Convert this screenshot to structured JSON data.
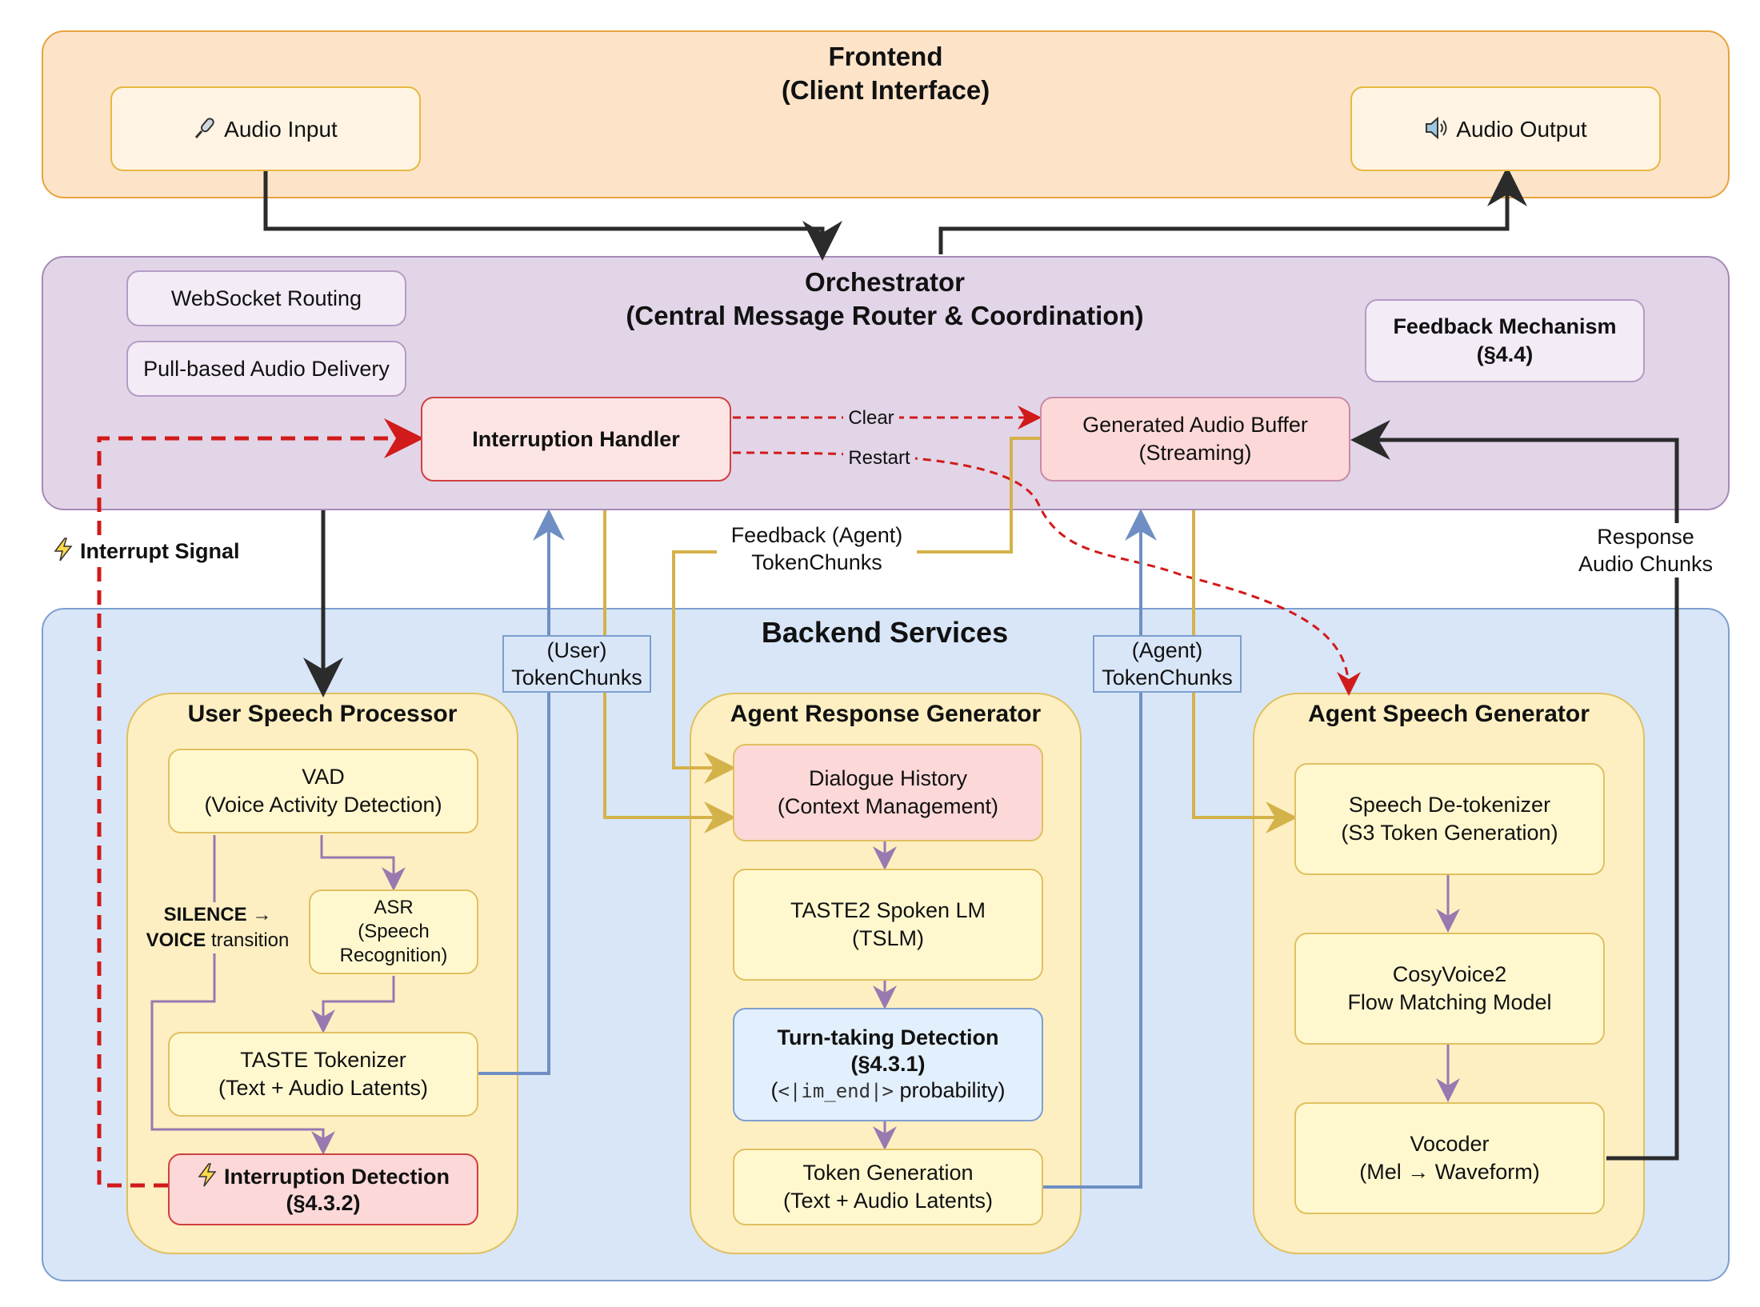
{
  "frontend": {
    "title": "Frontend",
    "subtitle": "(Client Interface)",
    "audio_input": "Audio Input",
    "audio_output": "Audio Output"
  },
  "orchestrator": {
    "title": "Orchestrator",
    "subtitle": "(Central Message Router & Coordination)",
    "websocket_routing": "WebSocket Routing",
    "pull_delivery": "Pull-based Audio Delivery",
    "feedback_mechanism_title": "Feedback Mechanism",
    "feedback_mechanism_ref": "(§4.4)",
    "interruption_handler": "Interruption Handler",
    "audio_buffer_line1": "Generated Audio Buffer",
    "audio_buffer_line2": "(Streaming)",
    "clear_label": "Clear",
    "restart_label": "Restart"
  },
  "labels": {
    "interrupt_signal": "Interrupt Signal",
    "feedback_agent_line1": "Feedback (Agent)",
    "feedback_agent_line2": "TokenChunks",
    "response_chunks_line1": "Response",
    "response_chunks_line2": "Audio Chunks",
    "user_tokenchunks_line1": "(User)",
    "user_tokenchunks_line2": "TokenChunks",
    "agent_tokenchunks_line1": "(Agent)",
    "agent_tokenchunks_line2": "TokenChunks",
    "silence_voice_line1_bold": "SILENCE →",
    "silence_voice_line2_bold": "VOICE",
    "silence_voice_line2_rest": " transition"
  },
  "backend": {
    "title": "Backend Services",
    "user_speech": {
      "title": "User Speech Processor",
      "vad_line1": "VAD",
      "vad_line2": "(Voice Activity Detection)",
      "asr_line1": "ASR",
      "asr_line2": "(Speech",
      "asr_line3": "Recognition)",
      "taste_line1": "TASTE Tokenizer",
      "taste_line2": "(Text + Audio Latents)",
      "interrupt_line1": "Interruption Detection",
      "interrupt_line2": "(§4.3.2)"
    },
    "agent_response": {
      "title": "Agent Response Generator",
      "history_line1": "Dialogue History",
      "history_line2": "(Context Management)",
      "tslm_line1": "TASTE2 Spoken LM",
      "tslm_line2": "(TSLM)",
      "turn_line1": "Turn-taking Detection",
      "turn_line2": "(§4.3.1)",
      "turn_line3_open": "(",
      "turn_line3_token": "<|im_end|>",
      "turn_line3_rest": " probability)",
      "token_line1": "Token Generation",
      "token_line2": "(Text + Audio Latents)"
    },
    "agent_speech": {
      "title": "Agent Speech Generator",
      "detok_line1": "Speech De-tokenizer",
      "detok_line2": "(S3 Token Generation)",
      "cosy_line1": "CosyVoice2",
      "cosy_line2": "Flow Matching Model",
      "vocoder_line1": "Vocoder",
      "vocoder_line2": "(Mel → Waveform)"
    }
  },
  "icons": {
    "audio_input": "microphone-icon",
    "audio_output": "speaker-icon",
    "interrupt": "lightning-icon"
  },
  "colors": {
    "frontend_fill": "#fde4c9",
    "frontend_stroke": "#e8a33d",
    "orchestrator_fill": "#e2d5e8",
    "orchestrator_stroke": "#a58bb5",
    "backend_fill": "#d8e6f8",
    "backend_stroke": "#7e9fcf",
    "service_fill": "#fdefc2",
    "service_stroke": "#e0c060",
    "node_yellow": "#fff8cf",
    "node_pink": "#fdd8d8",
    "node_red_stroke": "#d04040",
    "node_blue": "#e2effc",
    "arrow_dark": "#2b2b2b",
    "arrow_red": "#d11a1a",
    "arrow_gold": "#d4b24a",
    "arrow_blue": "#6f8fc4",
    "arrow_purple": "#9a78b0"
  }
}
